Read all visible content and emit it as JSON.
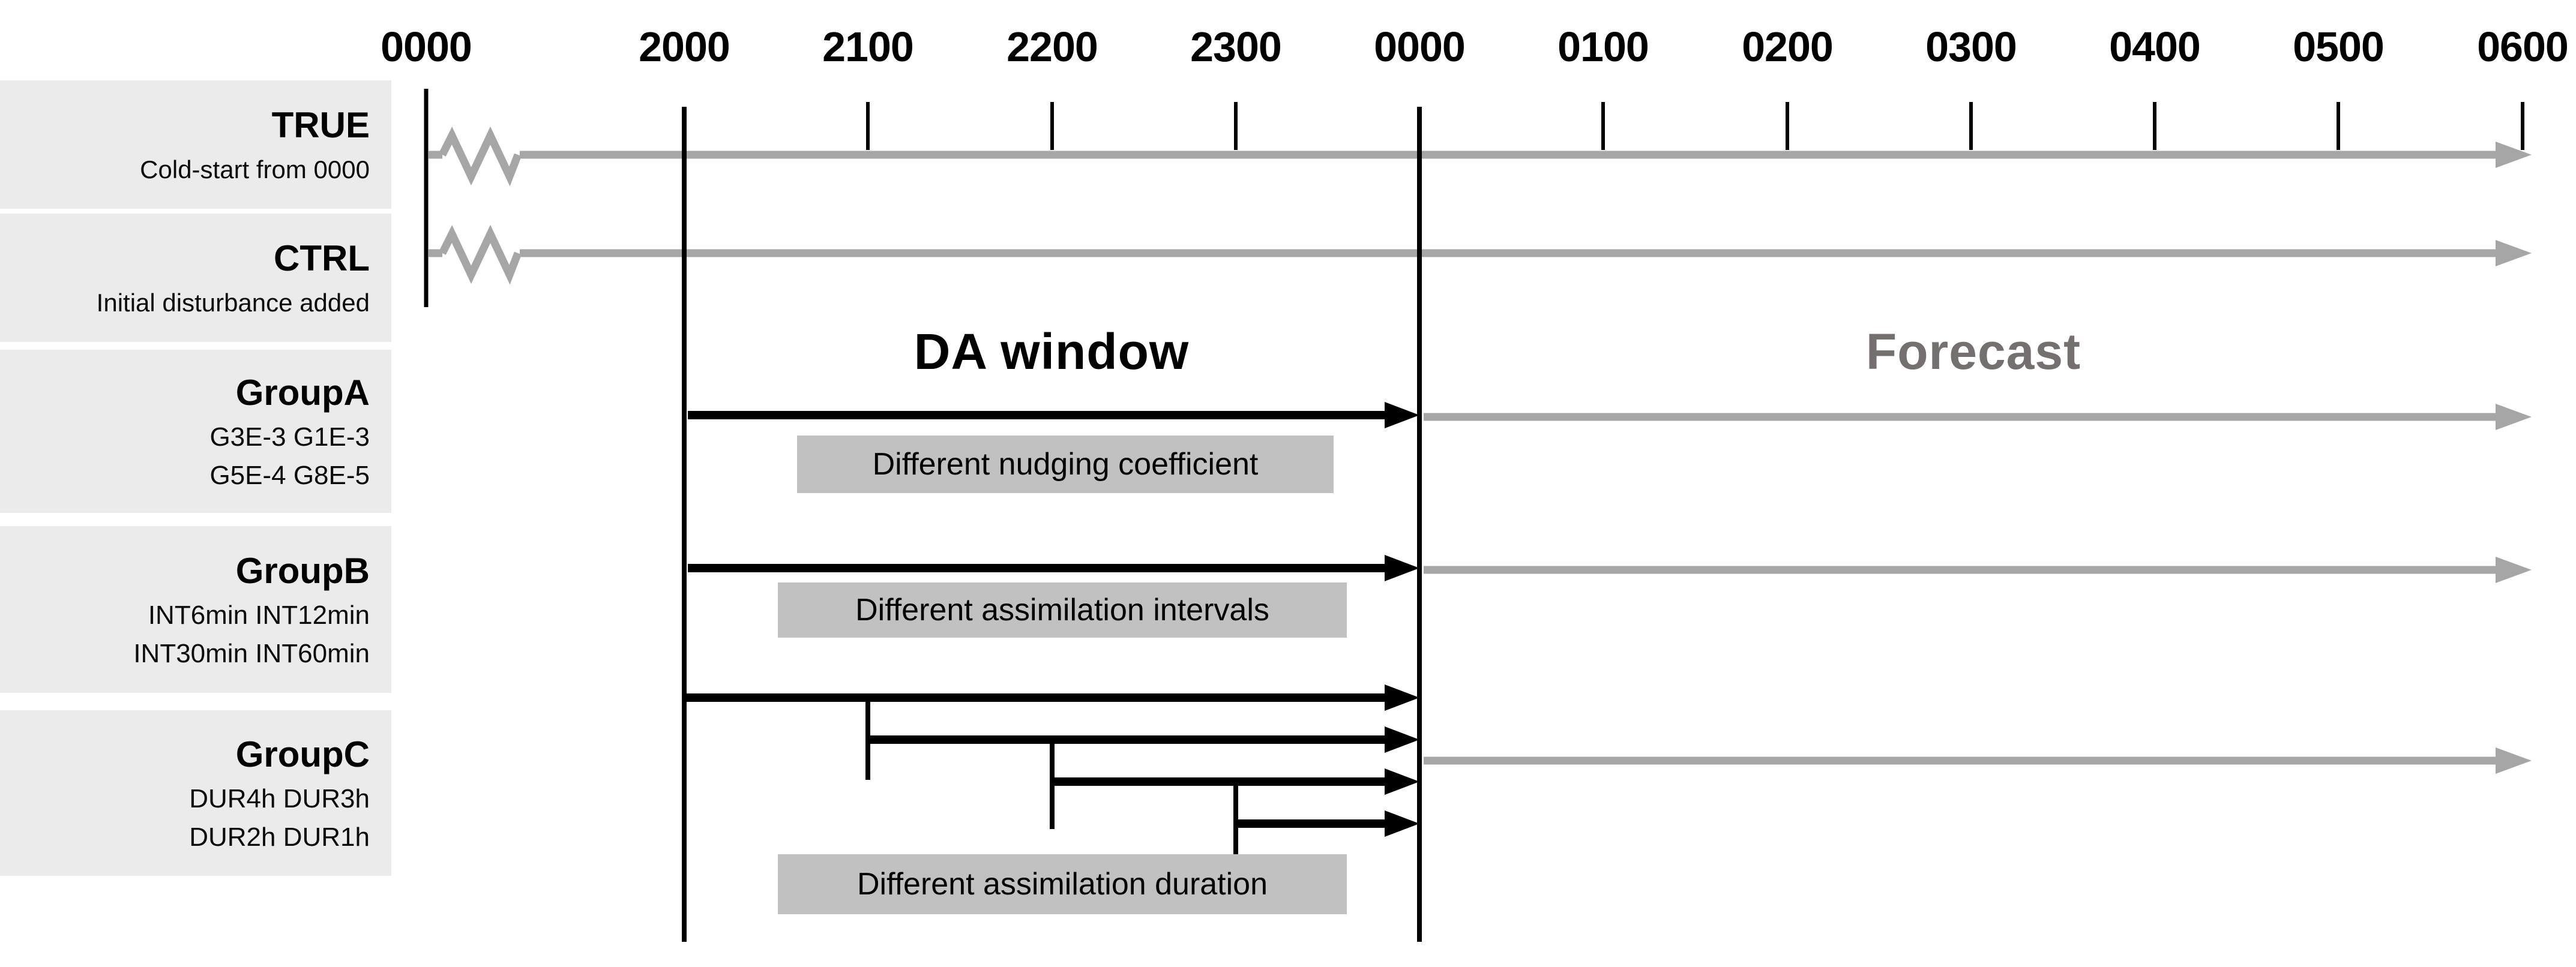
{
  "axis": {
    "labels": [
      "0000",
      "2000",
      "2100",
      "2200",
      "2300",
      "0000",
      "0100",
      "0200",
      "0300",
      "0400",
      "0500",
      "0600"
    ]
  },
  "sections": {
    "da_window": "DA window",
    "forecast": "Forecast"
  },
  "rows": [
    {
      "title": "TRUE",
      "lines": [
        "Cold-start from 0000"
      ]
    },
    {
      "title": "CTRL",
      "lines": [
        "Initial disturbance added"
      ]
    },
    {
      "title": "GroupA",
      "lines": [
        "G3E-3 G1E-3",
        "G5E-4 G8E-5"
      ]
    },
    {
      "title": "GroupB",
      "lines": [
        "INT6min INT12min",
        "INT30min INT60min"
      ]
    },
    {
      "title": "GroupC",
      "lines": [
        "DUR4h DUR3h",
        "DUR2h DUR1h"
      ]
    }
  ],
  "annotations": {
    "groupA": "Different nudging coefficient",
    "groupB": "Different assimilation intervals",
    "groupC": "Different assimilation duration"
  },
  "icons": {
    "break_symbol": "timeline-break-zigzag",
    "arrowhead": "right-arrowhead"
  },
  "colors": {
    "background": "#ffffff",
    "black": "#000000",
    "arrow_gray": "#a6a6a6",
    "forecast_text": "#757070",
    "highlight_bg": "#c1c1c1",
    "sidebar_bg": "#ebebeb"
  },
  "timeline": {
    "da_window": {
      "start_label": "2000",
      "end_label": "0000"
    },
    "forecast": {
      "start_label": "0000",
      "end_label": "0600"
    },
    "true_ctrl_runs": {
      "start_label": "0000",
      "end_label": "0600",
      "break_before": "2000"
    },
    "groupA_da_start": "2000",
    "groupB_da_start": "2000",
    "groupC_da_starts": [
      "2000",
      "2100",
      "2200",
      "2300"
    ]
  }
}
